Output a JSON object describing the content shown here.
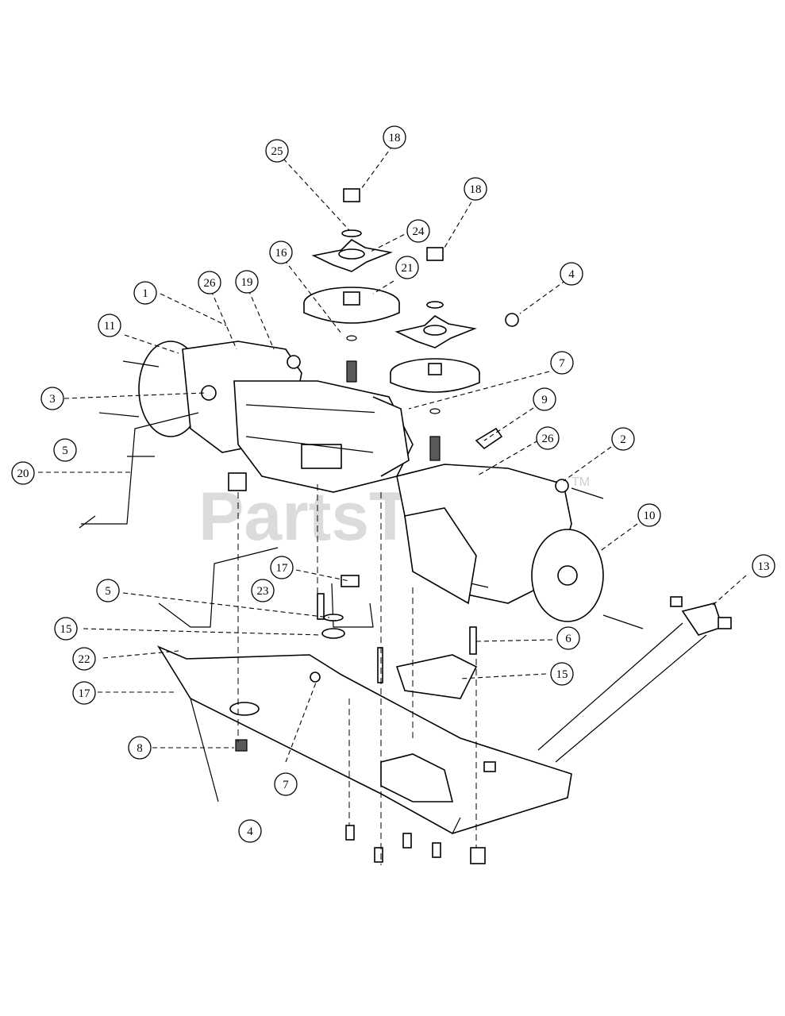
{
  "watermark": {
    "text": "PartsTree",
    "trademark": "TM"
  },
  "callouts": [
    {
      "label": "18"
    },
    {
      "label": "25"
    },
    {
      "label": "24"
    },
    {
      "label": "18"
    },
    {
      "label": "16"
    },
    {
      "label": "21"
    },
    {
      "label": "4"
    },
    {
      "label": "1"
    },
    {
      "label": "26"
    },
    {
      "label": "19"
    },
    {
      "label": "11"
    },
    {
      "label": "3"
    },
    {
      "label": "7"
    },
    {
      "label": "9"
    },
    {
      "label": "5"
    },
    {
      "label": "20"
    },
    {
      "label": "26"
    },
    {
      "label": "2"
    },
    {
      "label": "10"
    },
    {
      "label": "17"
    },
    {
      "label": "23"
    },
    {
      "label": "5"
    },
    {
      "label": "15"
    },
    {
      "label": "22"
    },
    {
      "label": "13"
    },
    {
      "label": "6"
    },
    {
      "label": "15"
    },
    {
      "label": "17"
    },
    {
      "label": "8"
    },
    {
      "label": "7"
    },
    {
      "label": "4"
    }
  ]
}
